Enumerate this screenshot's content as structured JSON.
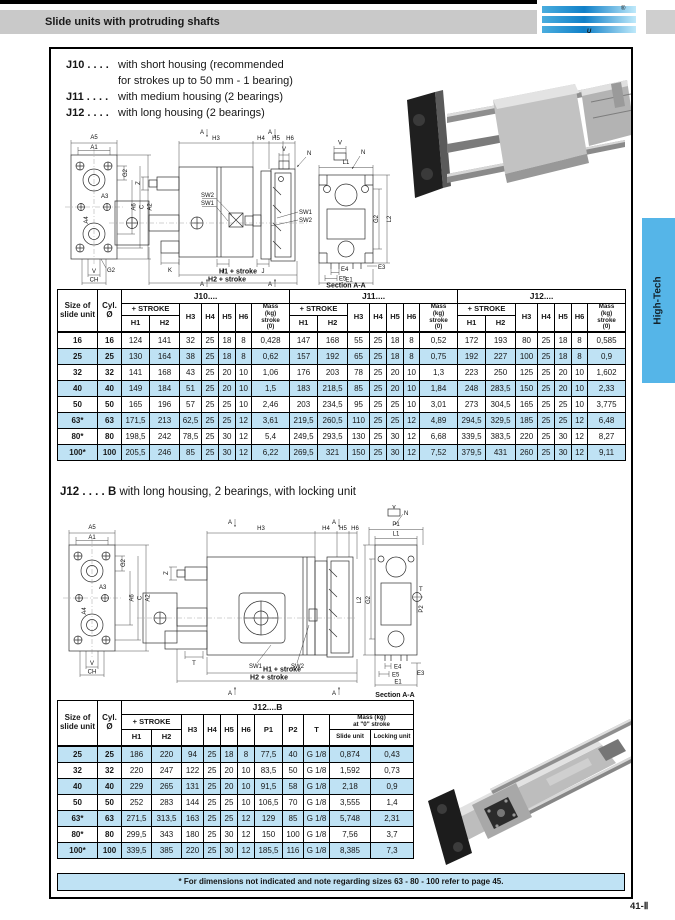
{
  "header": {
    "title": "Slide units with protruding shafts",
    "logo_letter": "U",
    "registered": "®"
  },
  "side_tab": {
    "label": "High-Tech"
  },
  "footer": {
    "page_number": "41-Ⅱ"
  },
  "colors": {
    "accent_blue": "#55b5e8",
    "row_blue": "#bfe2f4",
    "bar_gray": "#c9c9c9"
  },
  "intro": {
    "rows": [
      {
        "code": "J10 . . . .",
        "desc": "with short housing (recommended"
      },
      {
        "code": "",
        "desc": "for strokes up to 50 mm  - 1 bearing)"
      },
      {
        "code": "J11 . . . .",
        "desc": "with medium housing (2 bearings)"
      },
      {
        "code": "J12 . . . .",
        "desc": "with long housing (2 bearings)"
      }
    ]
  },
  "section2": {
    "code": "J12 . . . . B",
    "rest": " with long housing, 2 bearings, with locking unit"
  },
  "footnote": {
    "text": "* For dimensions not indicated and note regarding sizes 63 - 80 - 100 refer to page 45."
  },
  "drawing_labels": {
    "a": "A",
    "a1": "A1",
    "a2": "A2",
    "a3": "A3",
    "a4": "A4",
    "a5": "A5",
    "a6": "A6",
    "c": "C",
    "ch": "CH",
    "v": "V",
    "z": "Z",
    "k": "K",
    "j": "J",
    "n": "N",
    "g2": "G2",
    "sw1": "SW1",
    "sw2": "SW2",
    "h3": "H3",
    "h4": "H4",
    "h5": "H5",
    "h6": "H6",
    "h1_stroke": "H1 + stroke",
    "h2_stroke": "H2 + stroke",
    "l1": "L1",
    "l2": "L2",
    "e1": "E1",
    "e3": "E3",
    "e4": "E4",
    "e5": "E5",
    "p1": "P1",
    "p2": "P2",
    "t": "T",
    "section": "Section A-A"
  },
  "table1": {
    "corner_size": "Size of slide unit",
    "corner_cyl": "Cyl. Ø",
    "groups": [
      "J10....",
      "J11....",
      "J12...."
    ],
    "stroke_header": "+ STROKE",
    "cols": [
      "H1",
      "H2",
      "H3",
      "H4",
      "H5",
      "H6"
    ],
    "mass_lines": [
      "Mass",
      "(kg)",
      "stroke",
      "(0)"
    ],
    "rows": [
      {
        "size": "16",
        "cyl": "16",
        "blue": false,
        "j10": [
          "124",
          "141",
          "32",
          "25",
          "18",
          "8",
          "0,428"
        ],
        "j11": [
          "147",
          "168",
          "55",
          "25",
          "18",
          "8",
          "0,52"
        ],
        "j12": [
          "172",
          "193",
          "80",
          "25",
          "18",
          "8",
          "0,585"
        ]
      },
      {
        "size": "25",
        "cyl": "25",
        "blue": true,
        "j10": [
          "130",
          "164",
          "38",
          "25",
          "18",
          "8",
          "0,62"
        ],
        "j11": [
          "157",
          "192",
          "65",
          "25",
          "18",
          "8",
          "0,75"
        ],
        "j12": [
          "192",
          "227",
          "100",
          "25",
          "18",
          "8",
          "0,9"
        ]
      },
      {
        "size": "32",
        "cyl": "32",
        "blue": false,
        "j10": [
          "141",
          "168",
          "43",
          "25",
          "20",
          "10",
          "1,06"
        ],
        "j11": [
          "176",
          "203",
          "78",
          "25",
          "20",
          "10",
          "1,3"
        ],
        "j12": [
          "223",
          "250",
          "125",
          "25",
          "20",
          "10",
          "1,602"
        ]
      },
      {
        "size": "40",
        "cyl": "40",
        "blue": true,
        "j10": [
          "149",
          "184",
          "51",
          "25",
          "20",
          "10",
          "1,5"
        ],
        "j11": [
          "183",
          "218,5",
          "85",
          "25",
          "20",
          "10",
          "1,84"
        ],
        "j12": [
          "248",
          "283,5",
          "150",
          "25",
          "20",
          "10",
          "2,33"
        ]
      },
      {
        "size": "50",
        "cyl": "50",
        "blue": false,
        "j10": [
          "165",
          "196",
          "57",
          "25",
          "25",
          "10",
          "2,46"
        ],
        "j11": [
          "203",
          "234,5",
          "95",
          "25",
          "25",
          "10",
          "3,01"
        ],
        "j12": [
          "273",
          "304,5",
          "165",
          "25",
          "25",
          "10",
          "3,775"
        ]
      },
      {
        "size": "63*",
        "cyl": "63",
        "blue": true,
        "j10": [
          "171,5",
          "213",
          "62,5",
          "25",
          "25",
          "12",
          "3,61"
        ],
        "j11": [
          "219,5",
          "260,5",
          "110",
          "25",
          "25",
          "12",
          "4,89"
        ],
        "j12": [
          "294,5",
          "329,5",
          "185",
          "25",
          "25",
          "12",
          "6,48"
        ]
      },
      {
        "size": "80*",
        "cyl": "80",
        "blue": false,
        "j10": [
          "198,5",
          "242",
          "78,5",
          "25",
          "30",
          "12",
          "5,4"
        ],
        "j11": [
          "249,5",
          "293,5",
          "130",
          "25",
          "30",
          "12",
          "6,68"
        ],
        "j12": [
          "339,5",
          "383,5",
          "220",
          "25",
          "30",
          "12",
          "8,27"
        ]
      },
      {
        "size": "100*",
        "cyl": "100",
        "blue": true,
        "j10": [
          "205,5",
          "246",
          "85",
          "25",
          "30",
          "12",
          "6,22"
        ],
        "j11": [
          "269,5",
          "321",
          "150",
          "25",
          "30",
          "12",
          "7,52"
        ],
        "j12": [
          "379,5",
          "431",
          "260",
          "25",
          "30",
          "12",
          "9,11"
        ]
      }
    ]
  },
  "table2": {
    "title": "J12....B",
    "corner_size": "Size of slide unit",
    "corner_cyl": "Cyl. Ø",
    "stroke_header": "+ STROKE",
    "cols": [
      "H1",
      "H2",
      "H3",
      "H4",
      "H5",
      "H6",
      "P1",
      "P2",
      "T"
    ],
    "mass_lines": [
      "Mass (kg)",
      "at \"0\" stroke"
    ],
    "mass_sub": [
      "Slide unit",
      "Locking unit"
    ],
    "rows": [
      {
        "size": "25",
        "cyl": "25",
        "blue": true,
        "vals": [
          "186",
          "220",
          "94",
          "25",
          "18",
          "8",
          "77,5",
          "40",
          "G 1/8",
          "0,874",
          "0,43"
        ]
      },
      {
        "size": "32",
        "cyl": "32",
        "blue": false,
        "vals": [
          "220",
          "247",
          "122",
          "25",
          "20",
          "10",
          "83,5",
          "50",
          "G 1/8",
          "1,592",
          "0,73"
        ]
      },
      {
        "size": "40",
        "cyl": "40",
        "blue": true,
        "vals": [
          "229",
          "265",
          "131",
          "25",
          "20",
          "10",
          "91,5",
          "58",
          "G 1/8",
          "2,18",
          "0,9"
        ]
      },
      {
        "size": "50",
        "cyl": "50",
        "blue": false,
        "vals": [
          "252",
          "283",
          "144",
          "25",
          "25",
          "10",
          "106,5",
          "70",
          "G 1/8",
          "3,555",
          "1,4"
        ]
      },
      {
        "size": "63*",
        "cyl": "63",
        "blue": true,
        "vals": [
          "271,5",
          "313,5",
          "163",
          "25",
          "25",
          "12",
          "129",
          "85",
          "G 1/8",
          "5,748",
          "2,31"
        ]
      },
      {
        "size": "80*",
        "cyl": "80",
        "blue": false,
        "vals": [
          "299,5",
          "343",
          "180",
          "25",
          "30",
          "12",
          "150",
          "100",
          "G 1/8",
          "7,56",
          "3,7"
        ]
      },
      {
        "size": "100*",
        "cyl": "100",
        "blue": true,
        "vals": [
          "339,5",
          "385",
          "220",
          "25",
          "30",
          "12",
          "185,5",
          "116",
          "G 1/8",
          "8,385",
          "7,3"
        ]
      }
    ]
  }
}
